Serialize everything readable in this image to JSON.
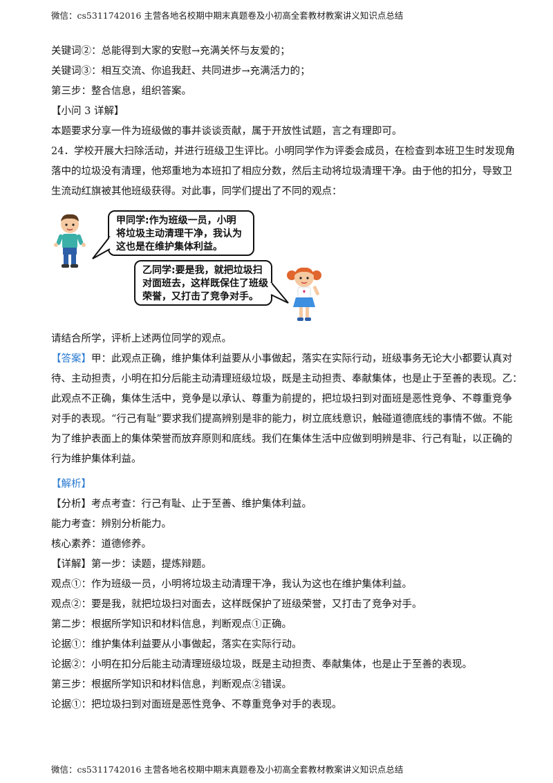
{
  "header": {
    "text": "微信：cs5311742016  主营各地名校期中期末真题卷及小初高全套教材教案讲义知识点总结"
  },
  "footer": {
    "text": "微信：cs5311742016  主营各地名校期中期末真题卷及小初高全套教材教案讲义知识点总结"
  },
  "lines_top": [
    "关键词②：总能得到大家的安慰→充满关怀与友爱的；",
    "关键词③：相互交流、你追我赶、共同进步→充满活力的；",
    "第三步：整合信息，组织答案。",
    "【小问 3 详解】",
    "本题要求分享一件为班级做的事并谈谈贡献，属于开放性试题，言之有理即可。",
    "24．学校开展大扫除活动，并进行班级卫生评比。小明同学作为评委会成员，在检查到本班卫生时发现角",
    "落中的垃圾没有清理，他郑重地为本班扣了相应分数，然后主动将垃圾清理干净。由于他的扣分，导致卫",
    "生流动红旗被其他班级获得。对此事，同学们提出了不同的观点："
  ],
  "bubble_a": [
    "甲同学:作为班级一员，小明",
    "将垃圾主动清理干净，我认为",
    "这也是在维护集体利益。"
  ],
  "bubble_b": [
    "乙同学:要是我，就把垃圾扫",
    "对面班去，这样既保住了班级",
    "荣誉，又打击了竞争对手。"
  ],
  "question": "请结合所学，评析上述两位同学的观点。",
  "answer": {
    "label": "【答案】",
    "lines": [
      "甲：此观点正确，维护集体利益要从小事做起，落实在实际行动，班级事务无论大小都要认真对",
      "待、主动担责，小明在扣分后能主动清理班级垃圾，既是主动担责、奉献集体，也是止于至善的表现。乙：",
      "此观点不正确，集体生活中，竞争是以承认、尊重为前提的，把垃圾扫到对面班是恶性竞争、不尊重竞争",
      "对手的表现。“行己有耻”要求我们提高辨别是非的能力，树立底线意识，触碰道德底线的事情不做。不能",
      "为了维护表面上的集体荣誉而放弃原则和底线。我们在集体生活中应做到明辨是非、行己有耻，以正确的",
      "行为维护集体利益。"
    ]
  },
  "analysis_label": "【解析】",
  "lines_bottom": [
    "【分析】考点考查：行己有耻、止于至善、维护集体利益。",
    "能力考查：辨别分析能力。",
    "核心素养：道德修养。",
    "【详解】第一步：读题，提炼辩题。",
    "观点①：作为班级一员，小明将垃圾主动清理干净，我认为这也在维护集体利益。",
    "观点②：要是我，就把垃圾扫对面去，这样既保护了班级荣誉，又打击了竞争对手。",
    "第二步：根据所学知识和材料信息，判断观点①正确。",
    "论据①：维护集体利益要从小事做起，落实在实际行动。",
    "论据②：小明在扣分后能主动清理班级垃圾，既是主动担责、奉献集体，也是止于至善的表现。",
    "第三步：根据所学知识和材料信息，判断观点②错误。",
    "论据①：把垃圾扫到对面班是恶性竞争、不尊重竞争对手的表现。"
  ],
  "colors": {
    "accent": "#2b7bd2",
    "text": "#1a1a1a"
  }
}
